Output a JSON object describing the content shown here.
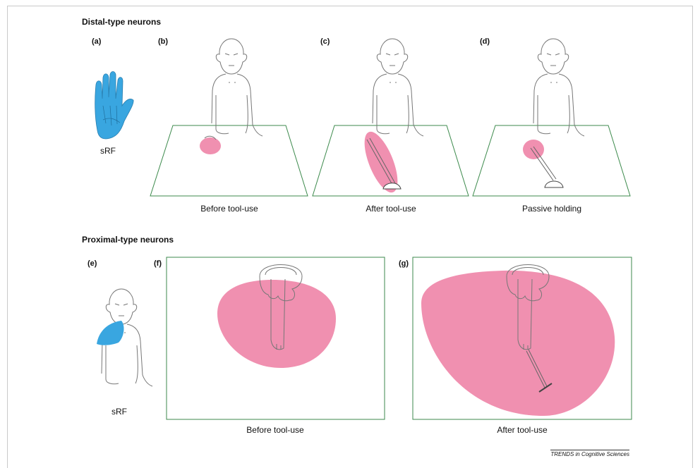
{
  "sections": {
    "distal_title": "Distal-type neurons",
    "proximal_title": "Proximal-type neurons"
  },
  "panels": {
    "a": "(a)",
    "b": "(b)",
    "c": "(c)",
    "d": "(d)",
    "e": "(e)",
    "f": "(f)",
    "g": "(g)"
  },
  "labels": {
    "srf_a": "sRF",
    "srf_e": "sRF"
  },
  "captions": {
    "b": "Before tool-use",
    "c": "After tool-use",
    "d": "Passive holding",
    "f": "Before tool-use",
    "g": "After tool-use"
  },
  "credit": "TRENDS in Cognitive Sciences",
  "colors": {
    "receptive_field": "#f090b0",
    "somatosensory_rf": "#39a6e0",
    "table_outline": "#3c8a4c",
    "line_art": "#777777"
  }
}
